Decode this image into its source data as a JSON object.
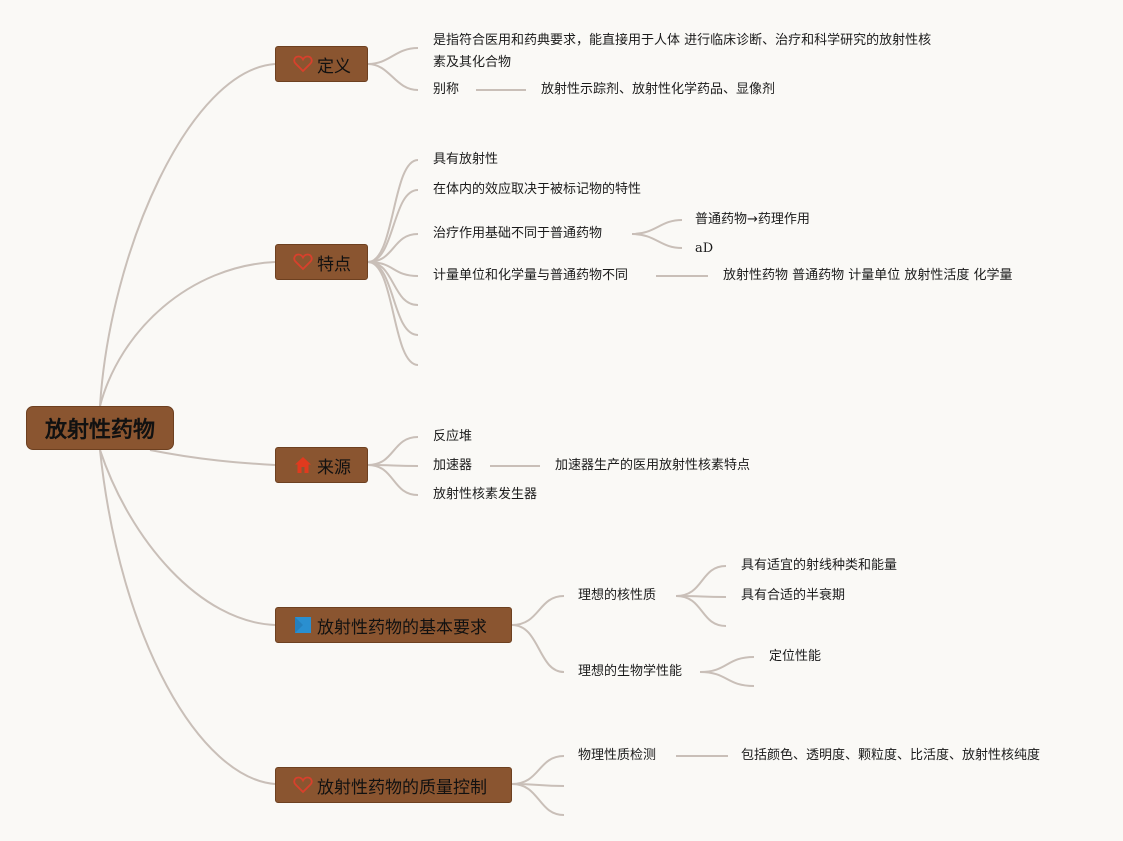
{
  "root": {
    "label": "放射性药物"
  },
  "branches": {
    "definition": {
      "label": "定义",
      "icon": "heart-icon",
      "items": {
        "desc": "是指符合医用和药典要求，能直接用于人体 进行临床诊断、治疗和科学研究的放射性核 素及其化合物",
        "alias": "别称",
        "alias_value": "放射性示踪剂、放射性化学药品、显像剂"
      }
    },
    "features": {
      "label": "特点",
      "icon": "heart-icon",
      "items": {
        "radioactive": "具有放射性",
        "effect": "在体内的效应取决于被标记物的特性",
        "basis": "治疗作用基础不同于普通药物",
        "basis_a": "普通药物→药理作用",
        "basis_b": "aD",
        "units": "计量单位和化学量与普通药物不同",
        "units_value": "放射性药物 普通药物 计量单位 放射性活度 化学量"
      }
    },
    "source": {
      "label": "来源",
      "icon": "house-icon",
      "items": {
        "reactor": "反应堆",
        "accelerator": "加速器",
        "accelerator_value": "加速器生产的医用放射性核素特点",
        "generator": "放射性核素发生器"
      }
    },
    "requirements": {
      "label": "放射性药物的基本要求",
      "icon": "flag-icon",
      "items": {
        "nuclear": "理想的核性质",
        "nuclear_a": "具有适宜的射线种类和能量",
        "nuclear_b": "具有合适的半衰期",
        "bio": "理想的生物学性能",
        "bio_a": "定位性能"
      }
    },
    "quality": {
      "label": "放射性药物的质量控制",
      "icon": "heart-icon",
      "items": {
        "physical": "物理性质检测",
        "physical_value": "包括颜色、透明度、颗粒度、比活度、放射性核纯度"
      }
    }
  },
  "colors": {
    "node_fill": "#8a5530",
    "connector": "#c9bfb8",
    "heart": "#d8402c",
    "house": "#e03a1e",
    "flag": "#2a8fd0",
    "background": "#faf9f6"
  }
}
